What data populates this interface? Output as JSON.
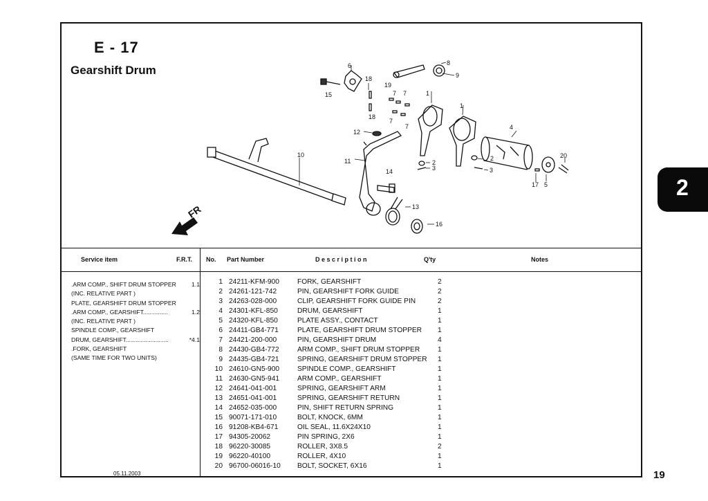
{
  "header": {
    "code": "E - 17",
    "title": "Gearshift Drum"
  },
  "diagram": {
    "direction_label": "FR",
    "callouts": [
      "1",
      "1",
      "2",
      "2",
      "3",
      "3",
      "4",
      "5",
      "6",
      "7",
      "7",
      "7",
      "8",
      "9",
      "10",
      "11",
      "12",
      "13",
      "14",
      "15",
      "16",
      "17",
      "18",
      "18",
      "19",
      "20"
    ]
  },
  "table_headers": {
    "service_item": "Service item",
    "frt": "F.R.T.",
    "no": "No.",
    "part_number": "Part Number",
    "description": "D e s c r i p t i o n",
    "qty": "Q'ty",
    "notes": "Notes"
  },
  "service_items": [
    {
      "text": ".ARM COMP., SHIFT DRUM STOPPER",
      "frt": "1.1"
    },
    {
      "text": "(INC. RELATIVE PART )",
      "frt": ""
    },
    {
      "text": "PLATE, GEARSHIFT DRUM STOPPER",
      "frt": ""
    },
    {
      "text": ".ARM COMP., GEARSHIFT...............",
      "frt": "1.2"
    },
    {
      "text": "(INC. RELATIVE PART )",
      "frt": ""
    },
    {
      "text": "SPINDLE COMP., GEARSHIFT",
      "frt": ""
    },
    {
      "text": "DRUM, GEARSHIFT..........................",
      "frt": "*4.1"
    },
    {
      "text": ".FORK, GEARSHIFT",
      "frt": ""
    },
    {
      "text": "(SAME TIME FOR TWO UNITS)",
      "frt": ""
    }
  ],
  "parts": [
    {
      "no": "1",
      "part_number": "24211-KFM-900",
      "description": "FORK, GEARSHIFT",
      "qty": "2"
    },
    {
      "no": "2",
      "part_number": "24261-121-742",
      "description": "PIN, GEARSHIFT FORK GUIDE",
      "qty": "2"
    },
    {
      "no": "3",
      "part_number": "24263-028-000",
      "description": "CLIP, GEARSHIFT FORK GUIDE PIN",
      "qty": "2"
    },
    {
      "no": "4",
      "part_number": "24301-KFL-850",
      "description": "DRUM, GEARSHIFT",
      "qty": "1"
    },
    {
      "no": "5",
      "part_number": "24320-KFL-850",
      "description": "PLATE ASSY., CONTACT",
      "qty": "1"
    },
    {
      "no": "6",
      "part_number": "24411-GB4-771",
      "description": "PLATE, GEARSHIFT DRUM STOPPER",
      "qty": "1"
    },
    {
      "no": "7",
      "part_number": "24421-200-000",
      "description": "PIN, GEARSHIFT DRUM",
      "qty": "4"
    },
    {
      "no": "8",
      "part_number": "24430-GB4-772",
      "description": "ARM COMP., SHIFT DRUM STOPPER",
      "qty": "1"
    },
    {
      "no": "9",
      "part_number": "24435-GB4-721",
      "description": "SPRING, GEARSHIFT DRUM STOPPER",
      "qty": "1"
    },
    {
      "no": "10",
      "part_number": "24610-GN5-900",
      "description": "SPINDLE COMP., GEARSHIFT",
      "qty": "1"
    },
    {
      "no": "11",
      "part_number": "24630-GN5-941",
      "description": "ARM COMP., GEARSHIFT",
      "qty": "1"
    },
    {
      "no": "12",
      "part_number": "24641-041-001",
      "description": "SPRING, GEARSHIFT ARM",
      "qty": "1"
    },
    {
      "no": "13",
      "part_number": "24651-041-001",
      "description": "SPRING, GEARSHIFT RETURN",
      "qty": "1"
    },
    {
      "no": "14",
      "part_number": "24652-035-000",
      "description": "PIN, SHIFT RETURN SPRING",
      "qty": "1"
    },
    {
      "no": "15",
      "part_number": "90071-171-010",
      "description": "BOLT, KNOCK, 6MM",
      "qty": "1"
    },
    {
      "no": "16",
      "part_number": "91208-KB4-671",
      "description": "OIL SEAL, 11.6X24X10",
      "qty": "1"
    },
    {
      "no": "17",
      "part_number": "94305-20062",
      "description": "PIN SPRING, 2X6",
      "qty": "1"
    },
    {
      "no": "18",
      "part_number": "96220-30085",
      "description": "ROLLER, 3X8.5",
      "qty": "2"
    },
    {
      "no": "19",
      "part_number": "96220-40100",
      "description": "ROLLER, 4X10",
      "qty": "1"
    },
    {
      "no": "20",
      "part_number": "96700-06016-10",
      "description": "BOLT, SOCKET, 6X16",
      "qty": "1"
    }
  ],
  "footer": {
    "date": "05.11.2003",
    "page_number": "19"
  },
  "section_tab": {
    "label": "2"
  }
}
